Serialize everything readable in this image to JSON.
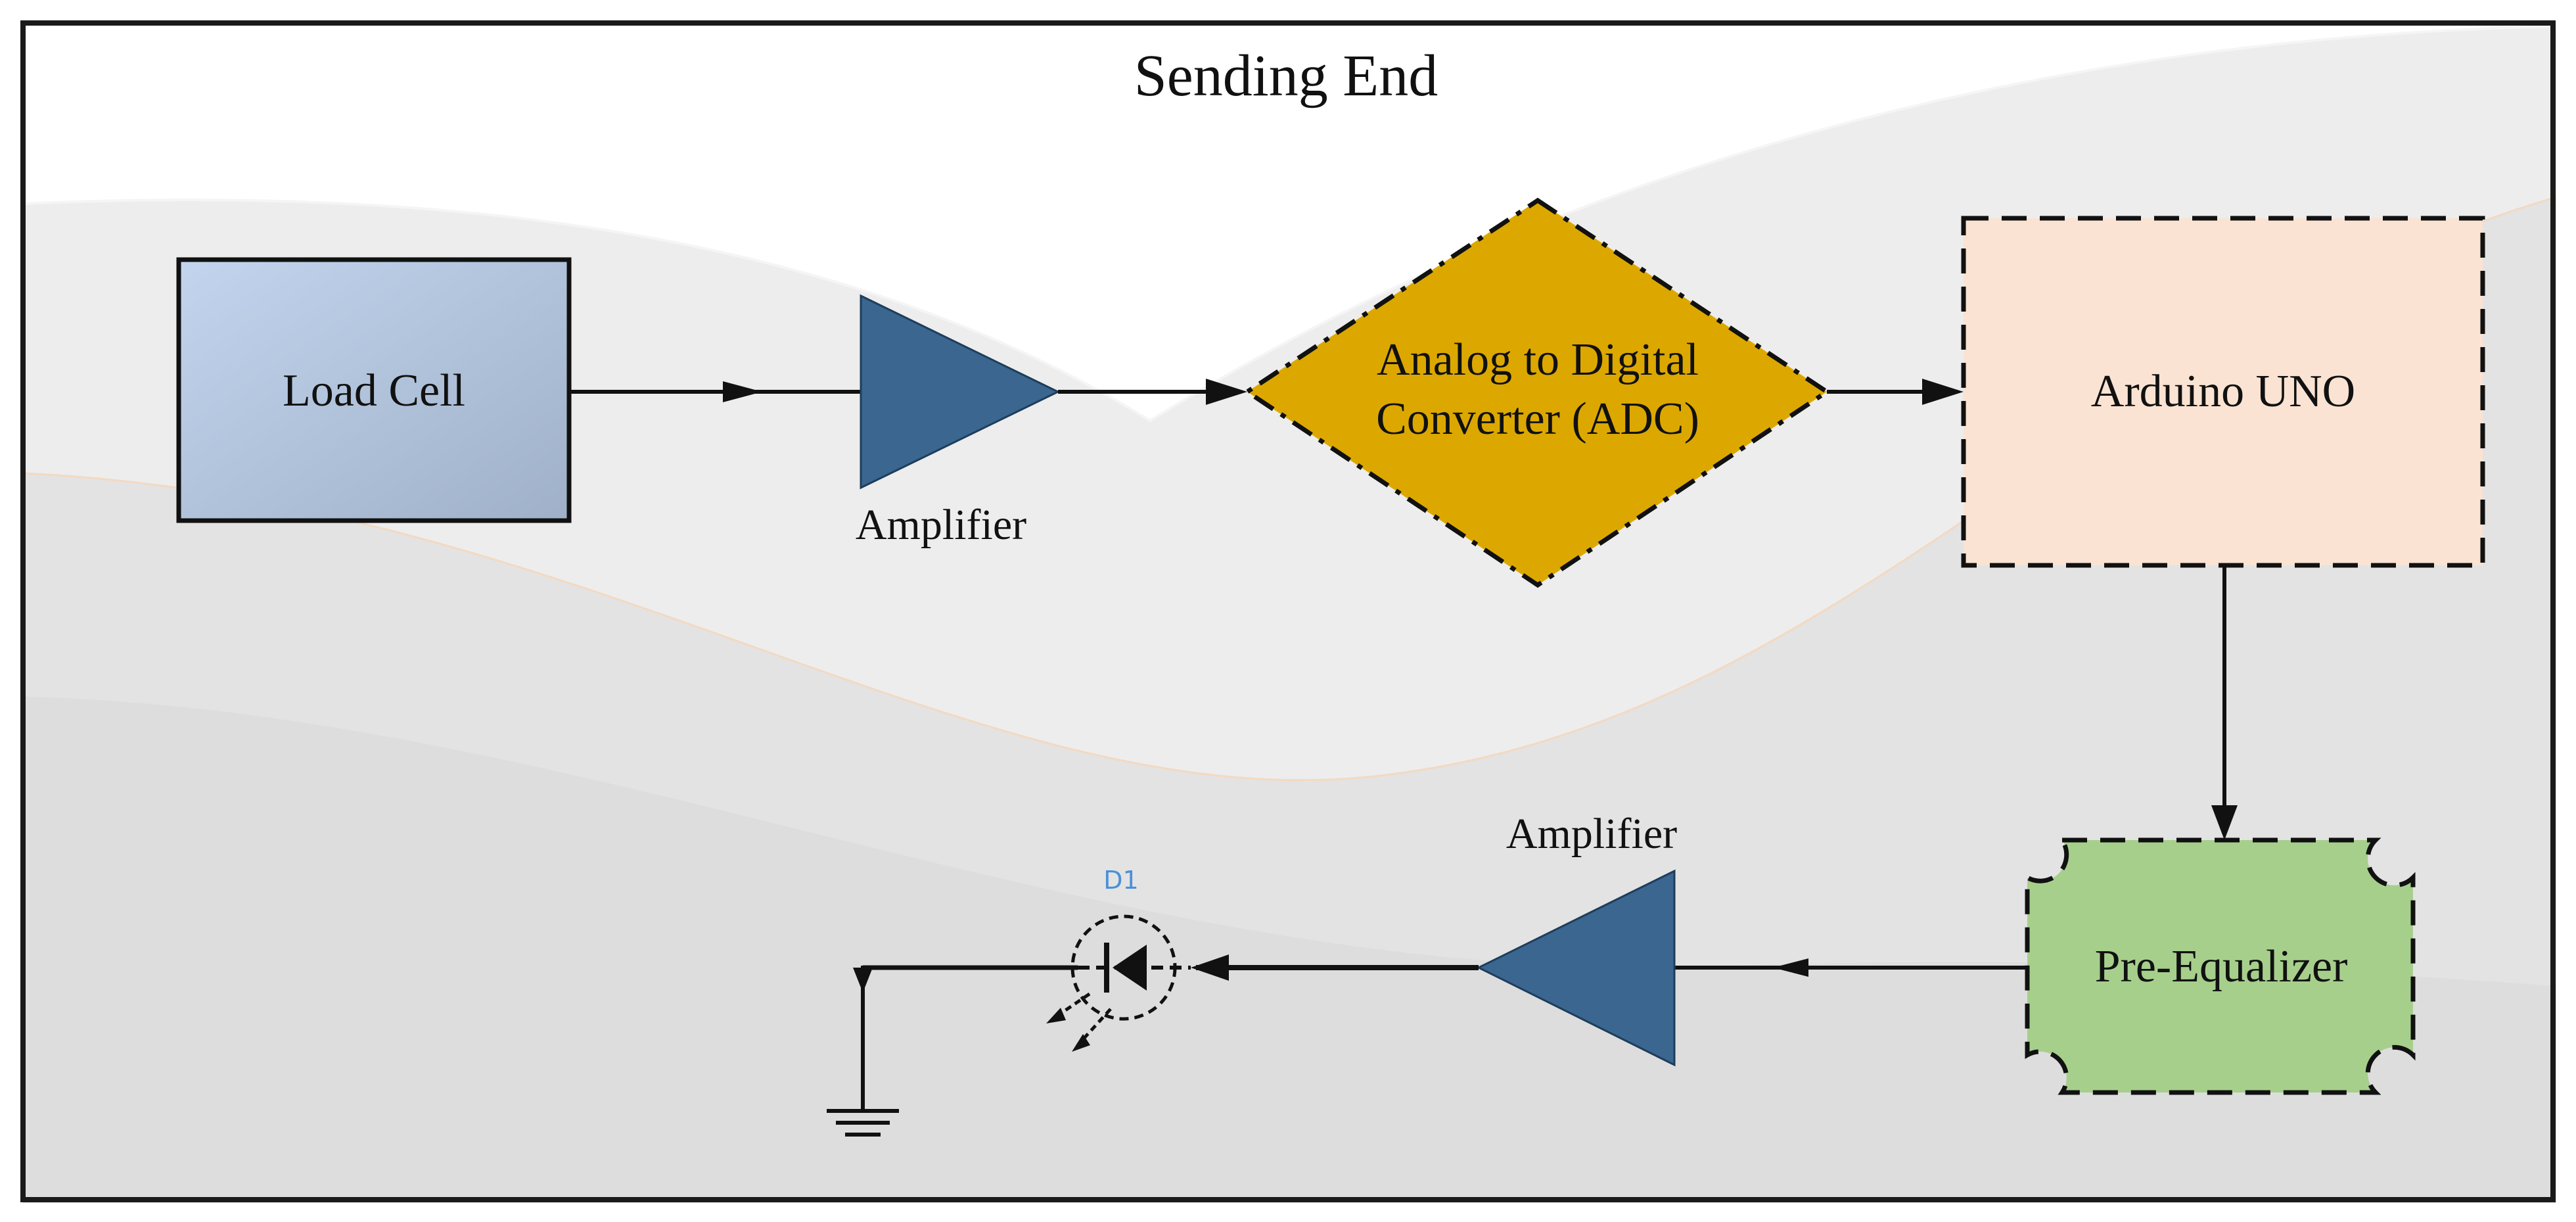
{
  "title": "Sending End",
  "blocks": {
    "load_cell": {
      "label": "Load Cell",
      "fill": "#a8b9d4"
    },
    "amplifier_1": {
      "label": "Amplifier",
      "fill": "#3a668f"
    },
    "adc": {
      "line1": "Analog to  Digital",
      "line2": "Converter (ADC)",
      "fill": "#dca800"
    },
    "arduino": {
      "label": "Arduino UNO",
      "fill": "#fae3d2"
    },
    "pre_equalizer": {
      "label": "Pre-Equalizer",
      "fill": "#a6cf8c"
    },
    "amplifier_2": {
      "label": "Amplifier",
      "fill": "#3a668f"
    },
    "diode": {
      "label": "D1"
    }
  },
  "colors": {
    "frame": "#1a1a1a",
    "connector": "#111111",
    "background_wave": "#e4e4e4"
  }
}
